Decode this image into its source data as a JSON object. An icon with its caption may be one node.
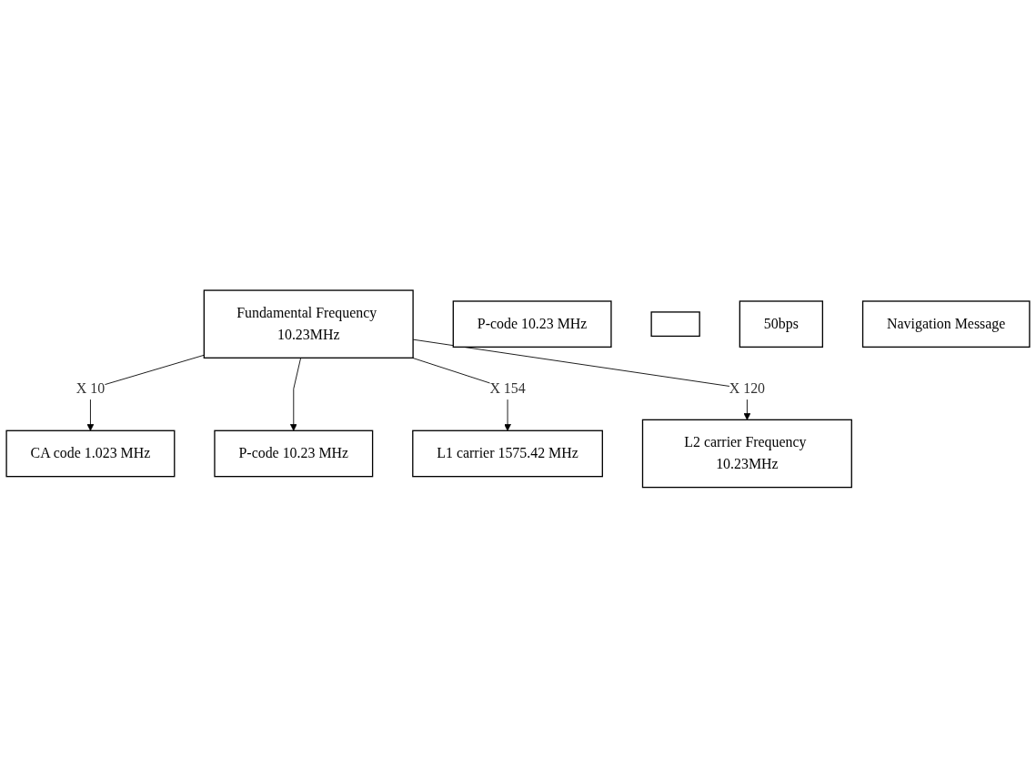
{
  "diagram": {
    "nodes": [
      {
        "text": [
          "Fundamental Frequency 10.23MHz"
        ]
      },
      {
        "text": [
          "L1 carrier 1575.42 MHz"
        ]
      },
      {
        "text": [
          "P-code 10.23 MHz"
        ]
      },
      {
        "text": [
          "CA code 1.023 MHz"
        ]
      },
      {
        "text": [
          "L2 carrier Frequency 10.23MHz"
        ]
      },
      {
        "text": [
          "P-code 10.23 MHz"
        ]
      },
      {
        "text": [],
        "shape": "box"
      },
      {
        "text": [
          "50bps"
        ]
      },
      {
        "text": [
          "Navigation Message"
        ]
      }
    ],
    "edges": [
      {
        "from": 0,
        "to": 3,
        "arrow": "to",
        "label": "X 10"
      },
      {
        "from": 0,
        "to": 2,
        "arrow": "to"
      },
      {
        "from": 0,
        "to": 1,
        "arrow": "to",
        "label": "X 154"
      },
      {
        "from": 0,
        "to": 4,
        "arrow": "to",
        "label": "X 120"
      }
    ]
  }
}
